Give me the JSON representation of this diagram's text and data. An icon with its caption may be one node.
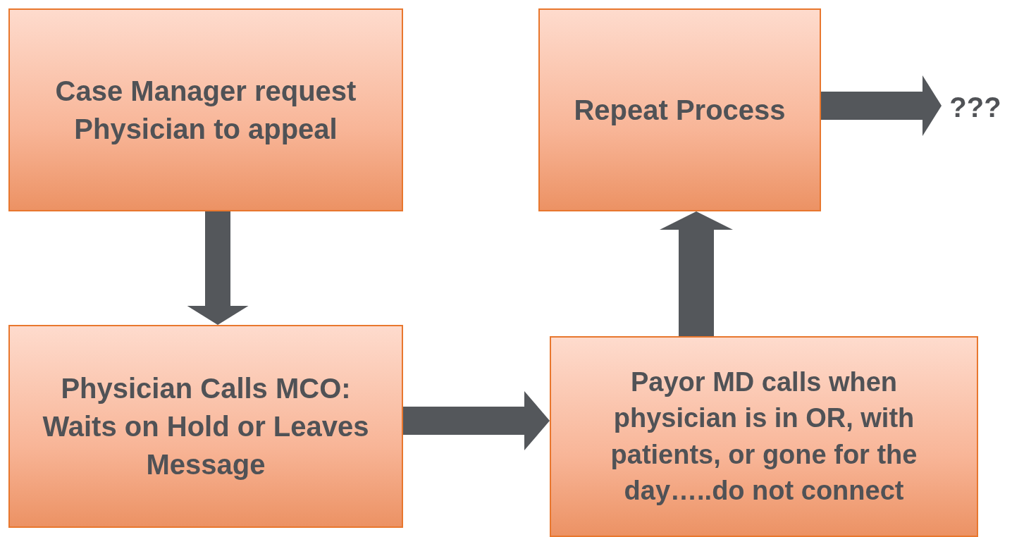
{
  "diagram": {
    "nodes": [
      {
        "text": [
          "Case Manager request Physician to appeal"
        ]
      },
      {
        "text": [
          "Physician Calls MCO: Waits on Hold or Leaves Message"
        ]
      },
      {
        "text": [
          "Payor MD calls when physician is in OR, with patients, or gone for the day…..do not connect"
        ]
      },
      {
        "text": [
          "Repeat Process"
        ]
      },
      {
        "text": [
          "???"
        ]
      }
    ],
    "edges": [
      {
        "from": 0,
        "to": 1,
        "arrow": "to"
      },
      {
        "from": 1,
        "to": 2,
        "arrow": "to"
      },
      {
        "from": 2,
        "to": 3,
        "arrow": "to"
      },
      {
        "from": 3,
        "to": 4,
        "arrow": "to"
      }
    ]
  }
}
